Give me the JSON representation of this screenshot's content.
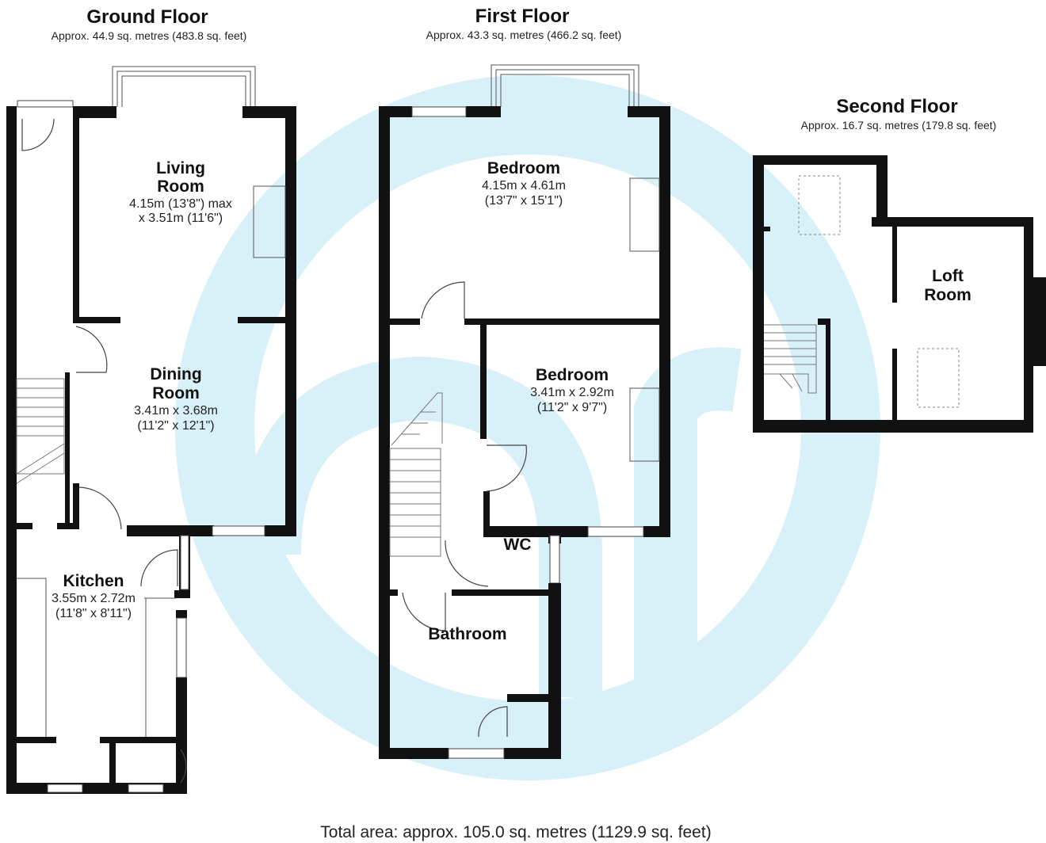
{
  "floors": {
    "ground": {
      "title": "Ground Floor",
      "area": "Approx. 44.9 sq. metres (483.8 sq. feet)",
      "rooms": {
        "living": {
          "name_line1": "Living",
          "name_line2": "Room",
          "dim_line1": "4.15m (13'8\") max",
          "dim_line2": "x 3.51m (11'6\")"
        },
        "dining": {
          "name_line1": "Dining",
          "name_line2": "Room",
          "dim_line1": "3.41m x 3.68m",
          "dim_line2": "(11'2\" x 12'1\")"
        },
        "kitchen": {
          "name": "Kitchen",
          "dim_line1": "3.55m x 2.72m",
          "dim_line2": "(11'8\" x 8'11\")"
        }
      }
    },
    "first": {
      "title": "First Floor",
      "area": "Approx. 43.3 sq. metres (466.2 sq. feet)",
      "rooms": {
        "bedroom1": {
          "name": "Bedroom",
          "dim_line1": "4.15m x 4.61m",
          "dim_line2": "(13'7\" x 15'1\")"
        },
        "bedroom2": {
          "name": "Bedroom",
          "dim_line1": "3.41m x 2.92m",
          "dim_line2": "(11'2\" x 9'7\")"
        },
        "wc": {
          "name": "WC"
        },
        "bathroom": {
          "name": "Bathroom"
        }
      }
    },
    "second": {
      "title": "Second Floor",
      "area": "Approx. 16.7 sq. metres (179.8 sq. feet)",
      "rooms": {
        "loft": {
          "name_line1": "Loft",
          "name_line2": "Room"
        }
      }
    }
  },
  "total_area": "Total area: approx. 105.0 sq. metres (1129.9 sq. feet)",
  "colors": {
    "wall": "#111111",
    "watermark": "#d4eff8"
  },
  "watermark_icon": "agent-logo-icon"
}
